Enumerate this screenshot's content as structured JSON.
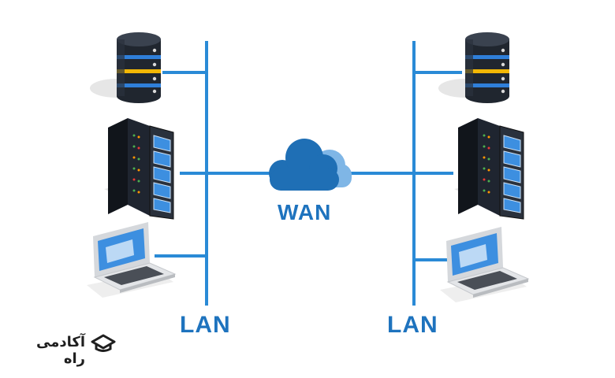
{
  "wan": {
    "label": "WAN"
  },
  "lan_left": {
    "label": "LAN"
  },
  "lan_right": {
    "label": "LAN"
  },
  "logo": {
    "text": "آکادمی راه"
  },
  "colors": {
    "network_line": "#2a8ad6",
    "label": "#1e73be",
    "cloud_front": "#1f6fb5",
    "cloud_back": "#7fb6e6",
    "db_band_blue": "#2f7fd9",
    "db_band_yellow": "#f2b705",
    "rack_body": "#1f2530",
    "laptop_screen": "#3d8fe0"
  },
  "icons": [
    "database-icon",
    "server-rack-icon",
    "laptop-icon",
    "cloud-icon",
    "logo-mark-icon"
  ]
}
